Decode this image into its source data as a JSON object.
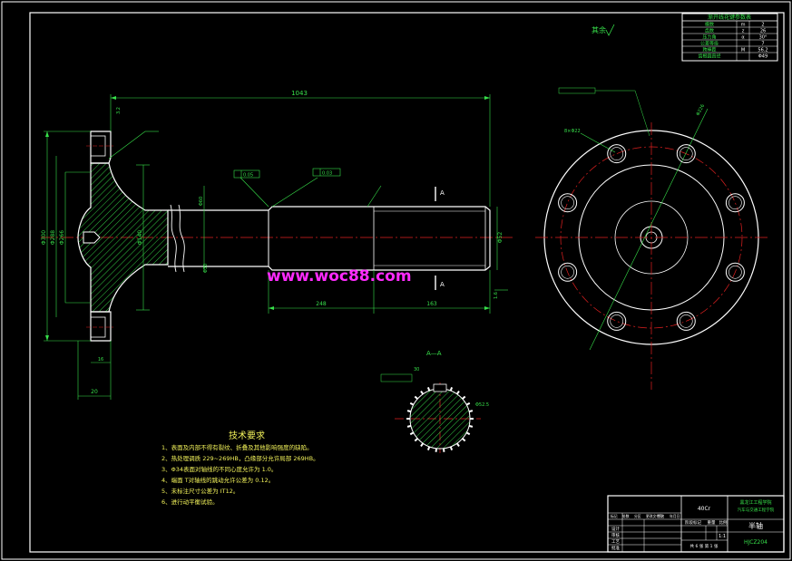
{
  "colors": {
    "background": "#000000",
    "outline": "#ffffff",
    "dimension": "#37e04a",
    "centerline": "#e02020",
    "hatch": "#37e04a",
    "watermark": "#ff2bff",
    "technical_text": "#f2f25a"
  },
  "watermark": "www.woc88.com",
  "roughness_note": "其余",
  "dimensions": {
    "total_length": "1043",
    "len_248": "248",
    "len_163": "163",
    "len_20": "20",
    "len_16": "16",
    "dia_300": "Φ300",
    "dia_288": "Φ288",
    "dia_266": "Φ266",
    "dia_140": "Φ140",
    "dia_60": "Φ60",
    "dia_52": "Φ52",
    "dia_30": "Φ30",
    "spline_od": "Φ52.5",
    "pcd": "Φ226",
    "roughness_32": "3.2",
    "roughness_16": "1.6",
    "tol_a": "0.05",
    "tol_b": "0.03"
  },
  "section_labels": {
    "a_top": "A",
    "a_bottom": "A",
    "section": "A—A"
  },
  "spline_note": "30",
  "hole_note": "8×Φ22",
  "table_title": "渐开线花键参数表",
  "param_table": [
    [
      "模数",
      "m",
      "2"
    ],
    [
      "齿数",
      "z",
      "26"
    ],
    [
      "压力角",
      "α",
      "30°"
    ],
    [
      "公差等级",
      "",
      "7"
    ],
    [
      "跨棒距",
      "M",
      "56.2"
    ],
    [
      "齿根圆直径",
      "",
      "Φ49"
    ]
  ],
  "tech_requirements": {
    "title": "技术要求",
    "items": [
      "1、表面及内部不得有裂纹、折叠及其他影响强度的缺陷。",
      "2、热处理调质  229~269HB，凸缘部分允许局部  269HB。",
      "3、Φ34表面对轴线的不同心度允许为    1.0。",
      "4、端面 T对轴线的跳动允许公差为    0.12。",
      "5、未标注尺寸公差为    IT12。",
      "6、进行动平衡试验。"
    ]
  },
  "title_block": {
    "material": "40Cr",
    "school": "黑龙江工程学院",
    "school2": "汽车与交通工程学院",
    "part_name": "半轴",
    "drawing_no": "HJCZ204",
    "scale": "1:1",
    "sheet": "共 6 张  第 1 张",
    "labels": [
      "标记",
      "处数",
      "分区",
      "更改文件号",
      "签名",
      "年月日"
    ],
    "roles": [
      "设计",
      "审核",
      "工艺",
      "批准"
    ],
    "stage_labels": [
      "阶段标记",
      "重量",
      "比例"
    ]
  }
}
